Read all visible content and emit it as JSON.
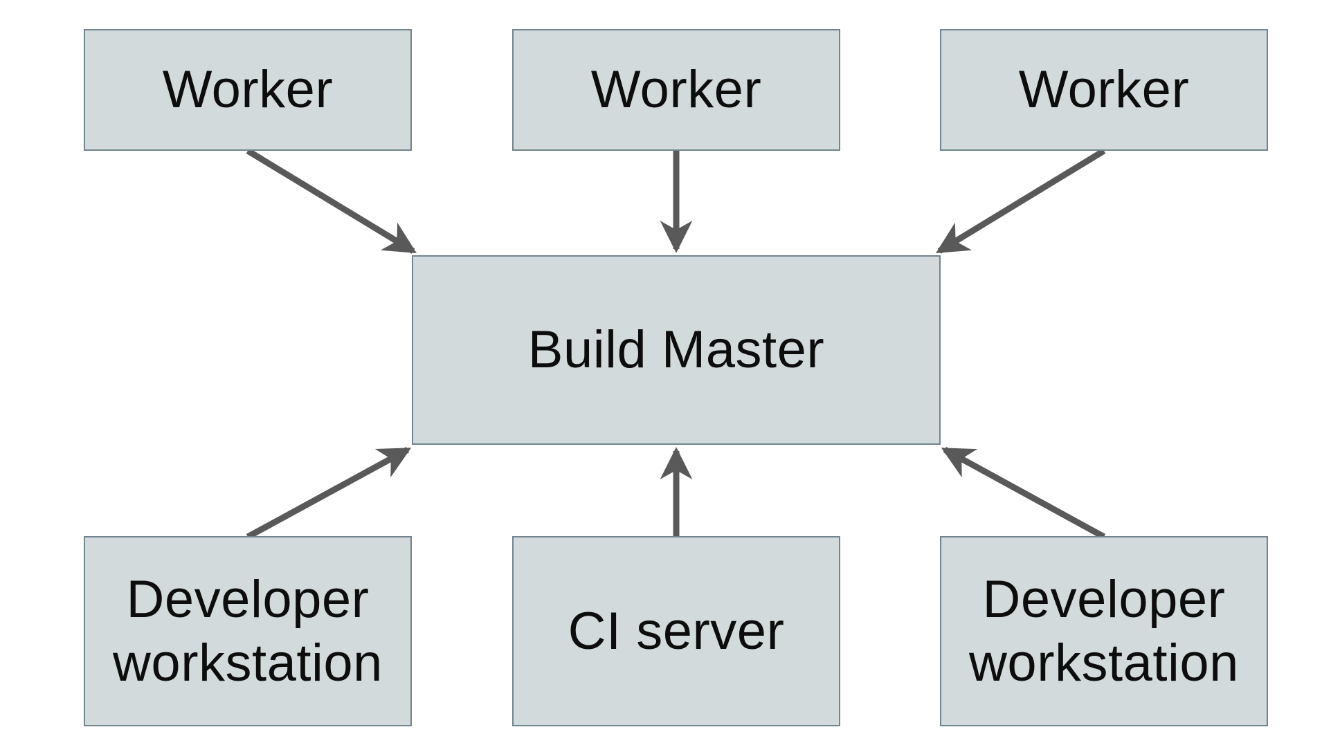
{
  "diagram_type": "architecture-diagram",
  "nodes": {
    "worker_1": {
      "label": "Worker"
    },
    "worker_2": {
      "label": "Worker"
    },
    "worker_3": {
      "label": "Worker"
    },
    "build_master": {
      "label": "Build Master"
    },
    "dev_workstation_left": {
      "label": "Developer workstation"
    },
    "ci_server": {
      "label": "CI server"
    },
    "dev_workstation_right": {
      "label": "Developer workstation"
    }
  },
  "edges": [
    {
      "from": "worker-1",
      "to": "build-master"
    },
    {
      "from": "worker-2",
      "to": "build-master"
    },
    {
      "from": "worker-3",
      "to": "build-master"
    },
    {
      "from": "dev-workstation-left",
      "to": "build-master"
    },
    {
      "from": "ci-server",
      "to": "build-master"
    },
    {
      "from": "dev-workstation-right",
      "to": "build-master"
    }
  ],
  "colors": {
    "node_fill": "#d2dadb",
    "node_border": "#72858e",
    "arrow": "#595959",
    "text": "#0d0d0d",
    "background": "#ffffff"
  }
}
